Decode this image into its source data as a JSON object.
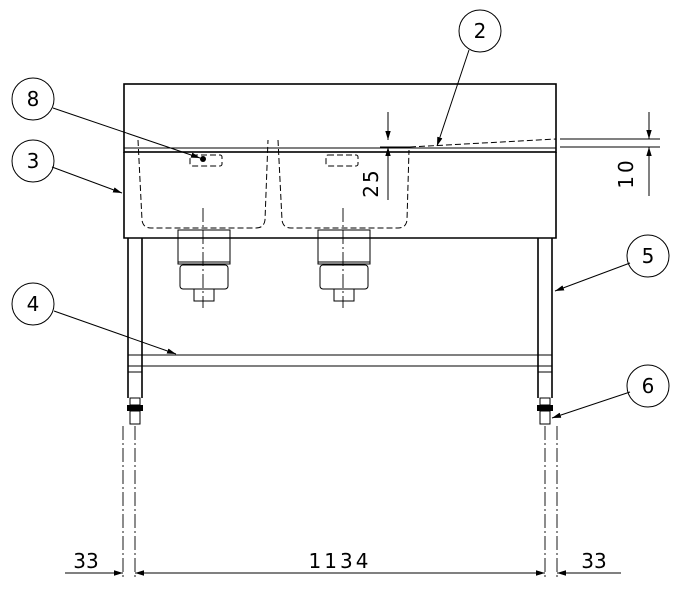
{
  "callouts": [
    {
      "id": "callout-2",
      "label": "2"
    },
    {
      "id": "callout-8",
      "label": "8"
    },
    {
      "id": "callout-3",
      "label": "3"
    },
    {
      "id": "callout-5",
      "label": "5"
    },
    {
      "id": "callout-4",
      "label": "4"
    },
    {
      "id": "callout-6",
      "label": "6"
    }
  ],
  "dimensions": {
    "left_offset": "33",
    "span": "1134",
    "right_offset": "33",
    "backsplash_height": "10",
    "rim_depth": "25"
  }
}
